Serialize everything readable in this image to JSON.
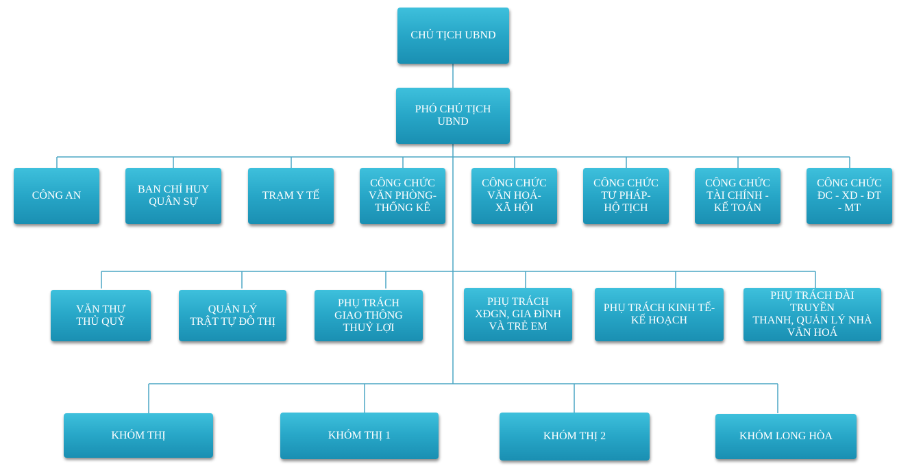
{
  "diagram": {
    "root": "CHỦ TỊCH UBND",
    "deputy": "PHÓ CHỦ TỊCH\nUBND",
    "row1": [
      "CÔNG AN",
      "BAN CHỈ HUY\nQUÂN SỰ",
      "TRẠM Y TẾ",
      "CÔNG CHỨC\nVĂN PHÒNG-\nTHỐNG KÊ",
      "CÔNG CHỨC\nVĂN HOÁ-\nXÃ HỘI",
      "CÔNG CHỨC\nTƯ PHÁP-\nHỘ TỊCH",
      "CÔNG CHỨC\nTÀI CHÍNH -\nKẾ TOÁN",
      "CÔNG CHỨC\nĐC - XD - ĐT\n- MT"
    ],
    "row2": [
      "VĂN THƯ\nTHỦ QUỸ",
      "QUẢN LÝ\nTRẬT TỰ ĐÔ THỊ",
      "PHỤ TRÁCH\nGIAO THÔNG\nTHUỶ LỢI",
      "PHỤ TRÁCH\nXĐGN, GIA ĐÌNH\nVÀ TRẺ EM",
      "PHỤ TRÁCH KINH TẾ-\nKẾ HOẠCH",
      "PHỤ TRÁCH ĐÀI TRUYỀN\nTHANH, QUẢN LÝ NHÀ\nVĂN HOÁ"
    ],
    "row3": [
      "KHÓM THỊ",
      "KHÓM THỊ 1",
      "KHÓM THỊ 2",
      "KHÓM LONG HÒA"
    ],
    "colors": {
      "box_top": "#3ec0dc",
      "box_bottom": "#1a8fb2",
      "line": "#4aa6c4"
    }
  }
}
